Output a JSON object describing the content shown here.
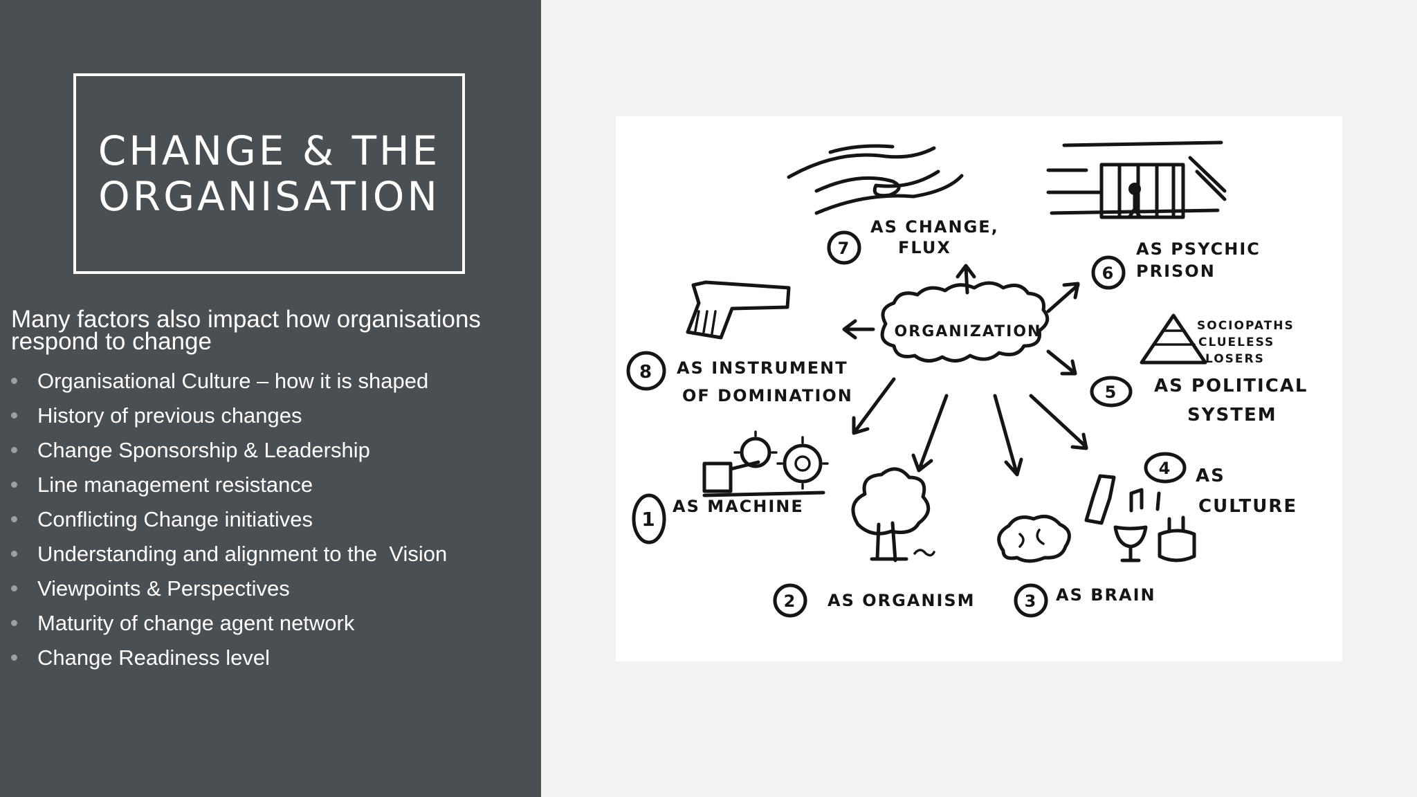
{
  "slide": {
    "title": "CHANGE & THE\nORGANISATION",
    "intro": "Many factors also impact how organisations respond to change",
    "bullets": [
      "Organisational Culture – how it is shaped",
      "History of previous changes",
      "Change Sponsorship & Leadership",
      "Line management resistance",
      "Conflicting Change initiatives",
      "Understanding and alignment to the  Vision",
      "Viewpoints & Perspectives",
      "Maturity of change agent network",
      "Change Readiness level"
    ]
  },
  "sketch": {
    "center": "ORGANIZATION",
    "metaphors": [
      {
        "num": "1",
        "label": "AS MACHINE"
      },
      {
        "num": "2",
        "label": "AS ORGANISM"
      },
      {
        "num": "3",
        "label": "AS BRAIN"
      },
      {
        "num": "4",
        "label": "AS",
        "label2": "CULTURE"
      },
      {
        "num": "5",
        "label": "AS POLITICAL",
        "label2": "SYSTEM"
      },
      {
        "num": "6",
        "label": "AS PSYCHIC",
        "label2": "PRISON"
      },
      {
        "num": "7",
        "label": "AS CHANGE,",
        "label2": "FLUX"
      },
      {
        "num": "8",
        "label": "AS INSTRUMENT",
        "label2": "OF DOMINATION"
      }
    ],
    "pyramid": [
      "SOCIOPATHS",
      "CLUELESS",
      "LOSERS"
    ],
    "icons": [
      "waves-icon",
      "prison-icon",
      "gun-icon",
      "pyramid-icon",
      "gears-icon",
      "tree-icon",
      "brain-icon",
      "bottle-icon",
      "music-note-icon",
      "glass-icon",
      "cake-icon"
    ]
  },
  "colors": {
    "panel": "#4a4f54",
    "background": "#f2f2f0",
    "text": "#ffffff",
    "bullet": "#9aa0a6",
    "ink": "#151515"
  }
}
